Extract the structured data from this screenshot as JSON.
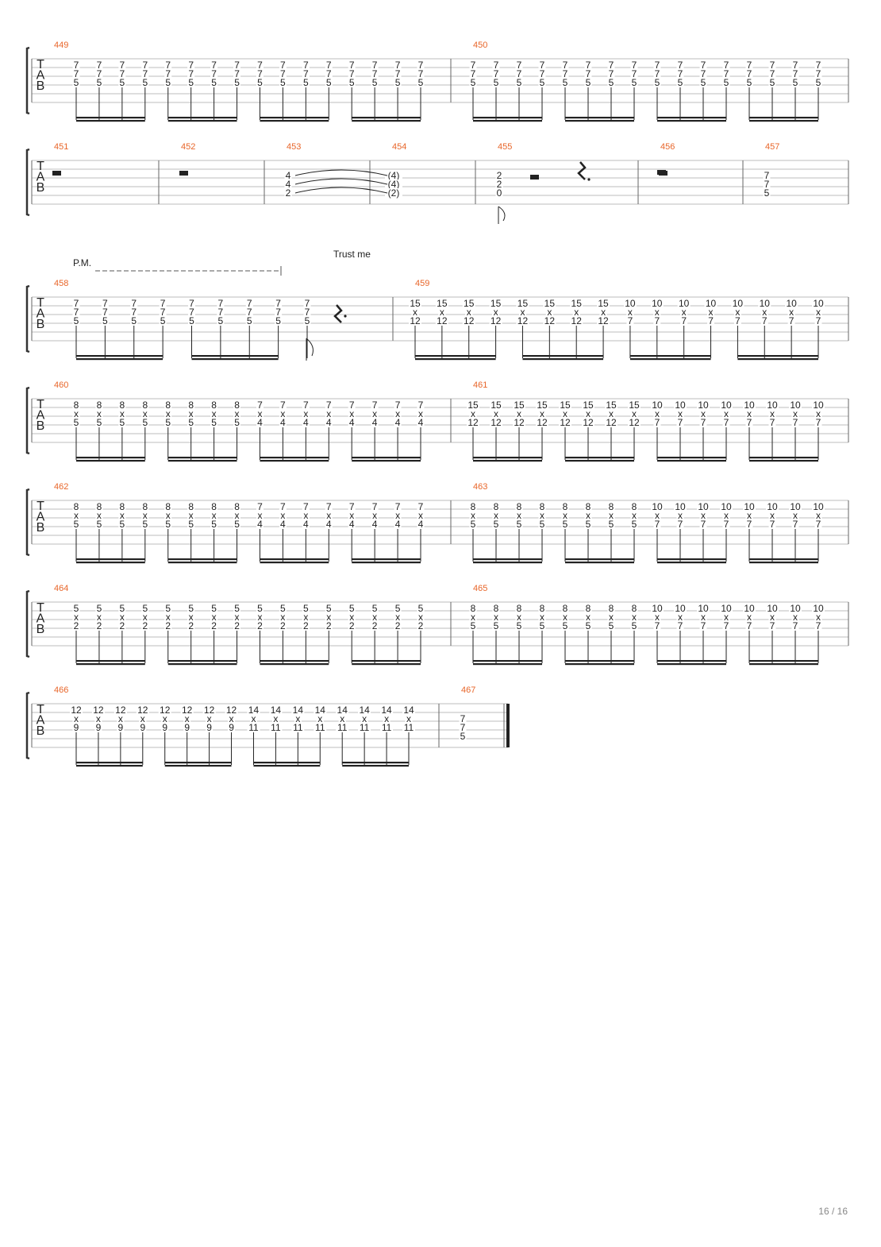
{
  "page": {
    "number": "16 / 16"
  },
  "tab_label": [
    "T",
    "A",
    "B"
  ],
  "systems": [
    {
      "annotations": [],
      "measures": [
        {
          "number": "449",
          "chords": [
            [
              "7",
              "7",
              "5"
            ],
            [
              "7",
              "7",
              "5"
            ],
            [
              "7",
              "7",
              "5"
            ],
            [
              "7",
              "7",
              "5"
            ],
            [
              "7",
              "7",
              "5"
            ],
            [
              "7",
              "7",
              "5"
            ],
            [
              "7",
              "7",
              "5"
            ],
            [
              "7",
              "7",
              "5"
            ],
            [
              "7",
              "7",
              "5"
            ],
            [
              "7",
              "7",
              "5"
            ],
            [
              "7",
              "7",
              "5"
            ],
            [
              "7",
              "7",
              "5"
            ],
            [
              "7",
              "7",
              "5"
            ],
            [
              "7",
              "7",
              "5"
            ],
            [
              "7",
              "7",
              "5"
            ],
            [
              "7",
              "7",
              "5"
            ]
          ]
        },
        {
          "number": "450",
          "chords": [
            [
              "7",
              "7",
              "5"
            ],
            [
              "7",
              "7",
              "5"
            ],
            [
              "7",
              "7",
              "5"
            ],
            [
              "7",
              "7",
              "5"
            ],
            [
              "7",
              "7",
              "5"
            ],
            [
              "7",
              "7",
              "5"
            ],
            [
              "7",
              "7",
              "5"
            ],
            [
              "7",
              "7",
              "5"
            ],
            [
              "7",
              "7",
              "5"
            ],
            [
              "7",
              "7",
              "5"
            ],
            [
              "7",
              "7",
              "5"
            ],
            [
              "7",
              "7",
              "5"
            ],
            [
              "7",
              "7",
              "5"
            ],
            [
              "7",
              "7",
              "5"
            ],
            [
              "7",
              "7",
              "5"
            ],
            [
              "7",
              "7",
              "5"
            ]
          ]
        }
      ]
    },
    {
      "annotations": [],
      "measures": [
        {
          "number": "451",
          "rest": "whole"
        },
        {
          "number": "452",
          "rest": "whole"
        },
        {
          "number": "453",
          "sustain": [
            "4",
            "4",
            "2"
          ]
        },
        {
          "number": "454",
          "sustain": [
            "(4)",
            "(4)",
            "(2)"
          ]
        },
        {
          "number": "455",
          "sustain": [
            "2",
            "2",
            "0"
          ]
        },
        {
          "number": "456",
          "rest": "whole"
        },
        {
          "number": "457",
          "sustain": [
            "7",
            "7",
            "5"
          ]
        }
      ]
    },
    {
      "annotations": [
        {
          "kind": "pm",
          "text": "P.M."
        },
        {
          "kind": "lyric",
          "text": "Trust me"
        }
      ],
      "measures": [
        {
          "number": "458",
          "chords": [
            [
              "7",
              "7",
              "5"
            ],
            [
              "7",
              "7",
              "5"
            ],
            [
              "7",
              "7",
              "5"
            ],
            [
              "7",
              "7",
              "5"
            ],
            [
              "7",
              "7",
              "5"
            ],
            [
              "7",
              "7",
              "5"
            ],
            [
              "7",
              "7",
              "5"
            ],
            [
              "7",
              "7",
              "5"
            ],
            [
              "7",
              "7",
              "5"
            ]
          ]
        },
        {
          "number": "459",
          "chords": [
            [
              "15",
              "x",
              "12"
            ],
            [
              "15",
              "x",
              "12"
            ],
            [
              "15",
              "x",
              "12"
            ],
            [
              "15",
              "x",
              "12"
            ],
            [
              "15",
              "x",
              "12"
            ],
            [
              "15",
              "x",
              "12"
            ],
            [
              "15",
              "x",
              "12"
            ],
            [
              "15",
              "x",
              "12"
            ],
            [
              "10",
              "x",
              "7"
            ],
            [
              "10",
              "x",
              "7"
            ],
            [
              "10",
              "x",
              "7"
            ],
            [
              "10",
              "x",
              "7"
            ],
            [
              "10",
              "x",
              "7"
            ],
            [
              "10",
              "x",
              "7"
            ],
            [
              "10",
              "x",
              "7"
            ],
            [
              "10",
              "x",
              "7"
            ]
          ]
        }
      ]
    },
    {
      "annotations": [],
      "measures": [
        {
          "number": "460",
          "chords": [
            [
              "8",
              "x",
              "5"
            ],
            [
              "8",
              "x",
              "5"
            ],
            [
              "8",
              "x",
              "5"
            ],
            [
              "8",
              "x",
              "5"
            ],
            [
              "8",
              "x",
              "5"
            ],
            [
              "8",
              "x",
              "5"
            ],
            [
              "8",
              "x",
              "5"
            ],
            [
              "8",
              "x",
              "5"
            ],
            [
              "7",
              "x",
              "4"
            ],
            [
              "7",
              "x",
              "4"
            ],
            [
              "7",
              "x",
              "4"
            ],
            [
              "7",
              "x",
              "4"
            ],
            [
              "7",
              "x",
              "4"
            ],
            [
              "7",
              "x",
              "4"
            ],
            [
              "7",
              "x",
              "4"
            ],
            [
              "7",
              "x",
              "4"
            ]
          ]
        },
        {
          "number": "461",
          "chords": [
            [
              "15",
              "x",
              "12"
            ],
            [
              "15",
              "x",
              "12"
            ],
            [
              "15",
              "x",
              "12"
            ],
            [
              "15",
              "x",
              "12"
            ],
            [
              "15",
              "x",
              "12"
            ],
            [
              "15",
              "x",
              "12"
            ],
            [
              "15",
              "x",
              "12"
            ],
            [
              "15",
              "x",
              "12"
            ],
            [
              "10",
              "x",
              "7"
            ],
            [
              "10",
              "x",
              "7"
            ],
            [
              "10",
              "x",
              "7"
            ],
            [
              "10",
              "x",
              "7"
            ],
            [
              "10",
              "x",
              "7"
            ],
            [
              "10",
              "x",
              "7"
            ],
            [
              "10",
              "x",
              "7"
            ],
            [
              "10",
              "x",
              "7"
            ]
          ]
        }
      ]
    },
    {
      "annotations": [],
      "measures": [
        {
          "number": "462",
          "chords": [
            [
              "8",
              "x",
              "5"
            ],
            [
              "8",
              "x",
              "5"
            ],
            [
              "8",
              "x",
              "5"
            ],
            [
              "8",
              "x",
              "5"
            ],
            [
              "8",
              "x",
              "5"
            ],
            [
              "8",
              "x",
              "5"
            ],
            [
              "8",
              "x",
              "5"
            ],
            [
              "8",
              "x",
              "5"
            ],
            [
              "7",
              "x",
              "4"
            ],
            [
              "7",
              "x",
              "4"
            ],
            [
              "7",
              "x",
              "4"
            ],
            [
              "7",
              "x",
              "4"
            ],
            [
              "7",
              "x",
              "4"
            ],
            [
              "7",
              "x",
              "4"
            ],
            [
              "7",
              "x",
              "4"
            ],
            [
              "7",
              "x",
              "4"
            ]
          ]
        },
        {
          "number": "463",
          "chords": [
            [
              "8",
              "x",
              "5"
            ],
            [
              "8",
              "x",
              "5"
            ],
            [
              "8",
              "x",
              "5"
            ],
            [
              "8",
              "x",
              "5"
            ],
            [
              "8",
              "x",
              "5"
            ],
            [
              "8",
              "x",
              "5"
            ],
            [
              "8",
              "x",
              "5"
            ],
            [
              "8",
              "x",
              "5"
            ],
            [
              "10",
              "x",
              "7"
            ],
            [
              "10",
              "x",
              "7"
            ],
            [
              "10",
              "x",
              "7"
            ],
            [
              "10",
              "x",
              "7"
            ],
            [
              "10",
              "x",
              "7"
            ],
            [
              "10",
              "x",
              "7"
            ],
            [
              "10",
              "x",
              "7"
            ],
            [
              "10",
              "x",
              "7"
            ]
          ]
        }
      ]
    },
    {
      "annotations": [],
      "measures": [
        {
          "number": "464",
          "chords": [
            [
              "5",
              "x",
              "2"
            ],
            [
              "5",
              "x",
              "2"
            ],
            [
              "5",
              "x",
              "2"
            ],
            [
              "5",
              "x",
              "2"
            ],
            [
              "5",
              "x",
              "2"
            ],
            [
              "5",
              "x",
              "2"
            ],
            [
              "5",
              "x",
              "2"
            ],
            [
              "5",
              "x",
              "2"
            ],
            [
              "5",
              "x",
              "2"
            ],
            [
              "5",
              "x",
              "2"
            ],
            [
              "5",
              "x",
              "2"
            ],
            [
              "5",
              "x",
              "2"
            ],
            [
              "5",
              "x",
              "2"
            ],
            [
              "5",
              "x",
              "2"
            ],
            [
              "5",
              "x",
              "2"
            ],
            [
              "5",
              "x",
              "2"
            ]
          ]
        },
        {
          "number": "465",
          "chords": [
            [
              "8",
              "x",
              "5"
            ],
            [
              "8",
              "x",
              "5"
            ],
            [
              "8",
              "x",
              "5"
            ],
            [
              "8",
              "x",
              "5"
            ],
            [
              "8",
              "x",
              "5"
            ],
            [
              "8",
              "x",
              "5"
            ],
            [
              "8",
              "x",
              "5"
            ],
            [
              "8",
              "x",
              "5"
            ],
            [
              "10",
              "x",
              "7"
            ],
            [
              "10",
              "x",
              "7"
            ],
            [
              "10",
              "x",
              "7"
            ],
            [
              "10",
              "x",
              "7"
            ],
            [
              "10",
              "x",
              "7"
            ],
            [
              "10",
              "x",
              "7"
            ],
            [
              "10",
              "x",
              "7"
            ],
            [
              "10",
              "x",
              "7"
            ]
          ]
        }
      ]
    },
    {
      "annotations": [],
      "measures": [
        {
          "number": "466",
          "chords": [
            [
              "12",
              "x",
              "9"
            ],
            [
              "12",
              "x",
              "9"
            ],
            [
              "12",
              "x",
              "9"
            ],
            [
              "12",
              "x",
              "9"
            ],
            [
              "12",
              "x",
              "9"
            ],
            [
              "12",
              "x",
              "9"
            ],
            [
              "12",
              "x",
              "9"
            ],
            [
              "12",
              "x",
              "9"
            ],
            [
              "14",
              "x",
              "11"
            ],
            [
              "14",
              "x",
              "11"
            ],
            [
              "14",
              "x",
              "11"
            ],
            [
              "14",
              "x",
              "11"
            ],
            [
              "14",
              "x",
              "11"
            ],
            [
              "14",
              "x",
              "11"
            ],
            [
              "14",
              "x",
              "11"
            ],
            [
              "14",
              "x",
              "11"
            ]
          ]
        },
        {
          "number": "467",
          "sustain": [
            "7",
            "7",
            "5"
          ],
          "final": true
        }
      ]
    }
  ],
  "colors": {
    "measure_number": "#e8662a",
    "staff_line": "#bdbdbd",
    "notation": "#222222",
    "barline": "#666666"
  }
}
